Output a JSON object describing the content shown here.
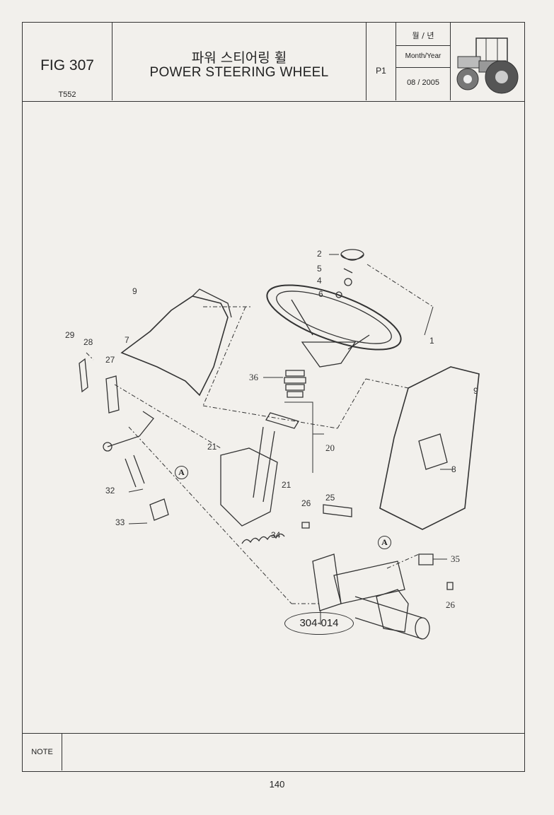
{
  "header": {
    "figure": "FIG 307",
    "model": "T552",
    "title_korean": "파워 스티어링 휠",
    "title_english": "POWER STEERING WHEEL",
    "page_ref": "P1",
    "date_label_korean": "월 / 년",
    "date_label_english": "Month/Year",
    "date_value": "08 / 2005",
    "thumbnail_icon": "tractor-icon"
  },
  "callouts": [
    "2",
    "5",
    "4",
    "6",
    "1",
    "9",
    "7",
    "29",
    "28",
    "27",
    "36",
    "9",
    "8",
    "21",
    "20",
    "21",
    "32",
    "33",
    "34",
    "26",
    "25",
    "35",
    "26"
  ],
  "view_marker": "A",
  "reference": "304-014",
  "note_label": "NOTE",
  "page_number": "140",
  "colors": {
    "line": "#333333",
    "paper": "#f2f0ec"
  }
}
